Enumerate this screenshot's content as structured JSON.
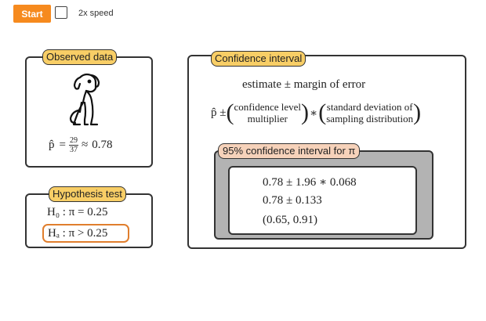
{
  "controls": {
    "start_label": "Start",
    "speed_label": "2x speed",
    "speed_checked": false
  },
  "observed": {
    "title": "Observed data",
    "icon": "dog-icon",
    "phat_symbol": "p̂",
    "equals": "=",
    "numerator": "29",
    "denominator": "37",
    "approx": "≈",
    "approx_value": "0.78"
  },
  "hypothesis": {
    "title": "Hypothesis test",
    "h0": "H₀ : π = 0.25",
    "ha": "Hₐ : π > 0.25"
  },
  "confidence": {
    "title": "Confidence interval",
    "formula_line": "estimate ± margin of error",
    "phat_pm": "p̂ ±",
    "multiplier_top": "confidence level",
    "multiplier_bottom": "multiplier",
    "times": "∗",
    "sd_top": "standard deviation of",
    "sd_bottom": "sampling distribution",
    "interval_title": "95% confidence interval for π",
    "line1": "0.78 ± 1.96 ∗ 0.068",
    "line2": "0.78 ± 0.133",
    "line3": "(0.65, 0.91)"
  },
  "colors": {
    "start_button": "#f68a1e",
    "tag_fill": "#f8ce66",
    "interval_tag_fill": "#f6d2ba",
    "ha_highlight": "#e07e2d",
    "interval_panel": "#b3b3b3"
  }
}
